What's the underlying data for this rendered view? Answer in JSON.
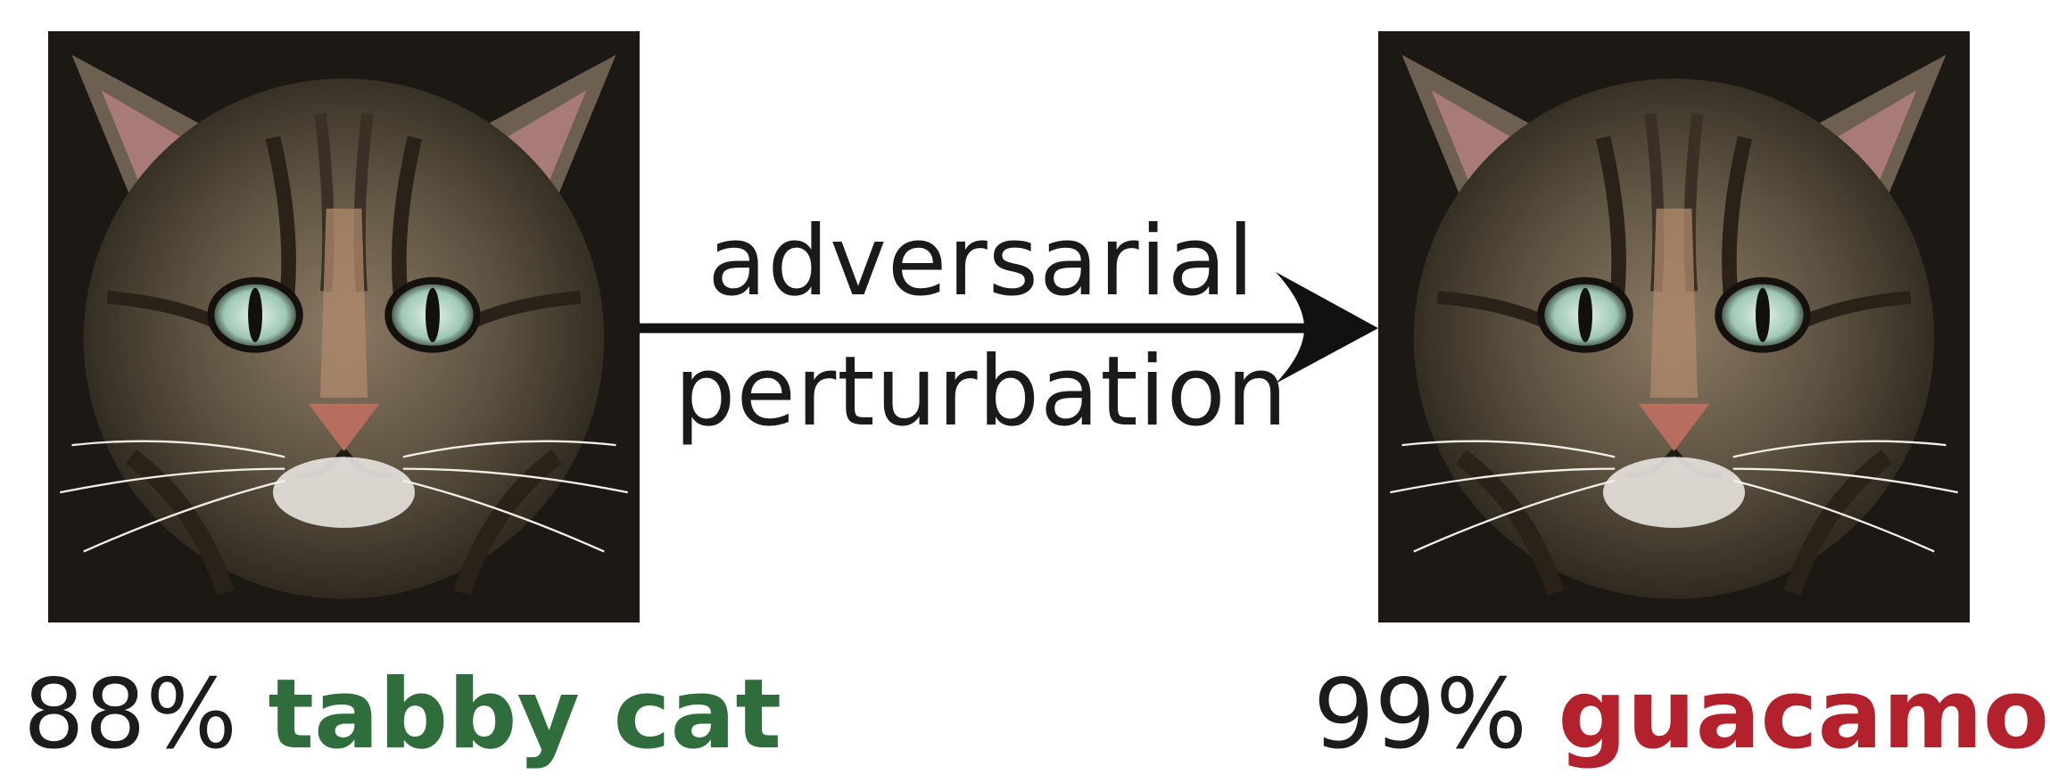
{
  "arrow": {
    "line1": "adversarial",
    "line2": "perturbation"
  },
  "left": {
    "confidence": "88%",
    "label": "tabby cat",
    "label_color": "#2f6e3c",
    "image": "tabby-cat-photo"
  },
  "right": {
    "confidence": "99%",
    "label": "guacamole",
    "label_color": "#b3212d",
    "image": "tabby-cat-photo-perturbed"
  }
}
